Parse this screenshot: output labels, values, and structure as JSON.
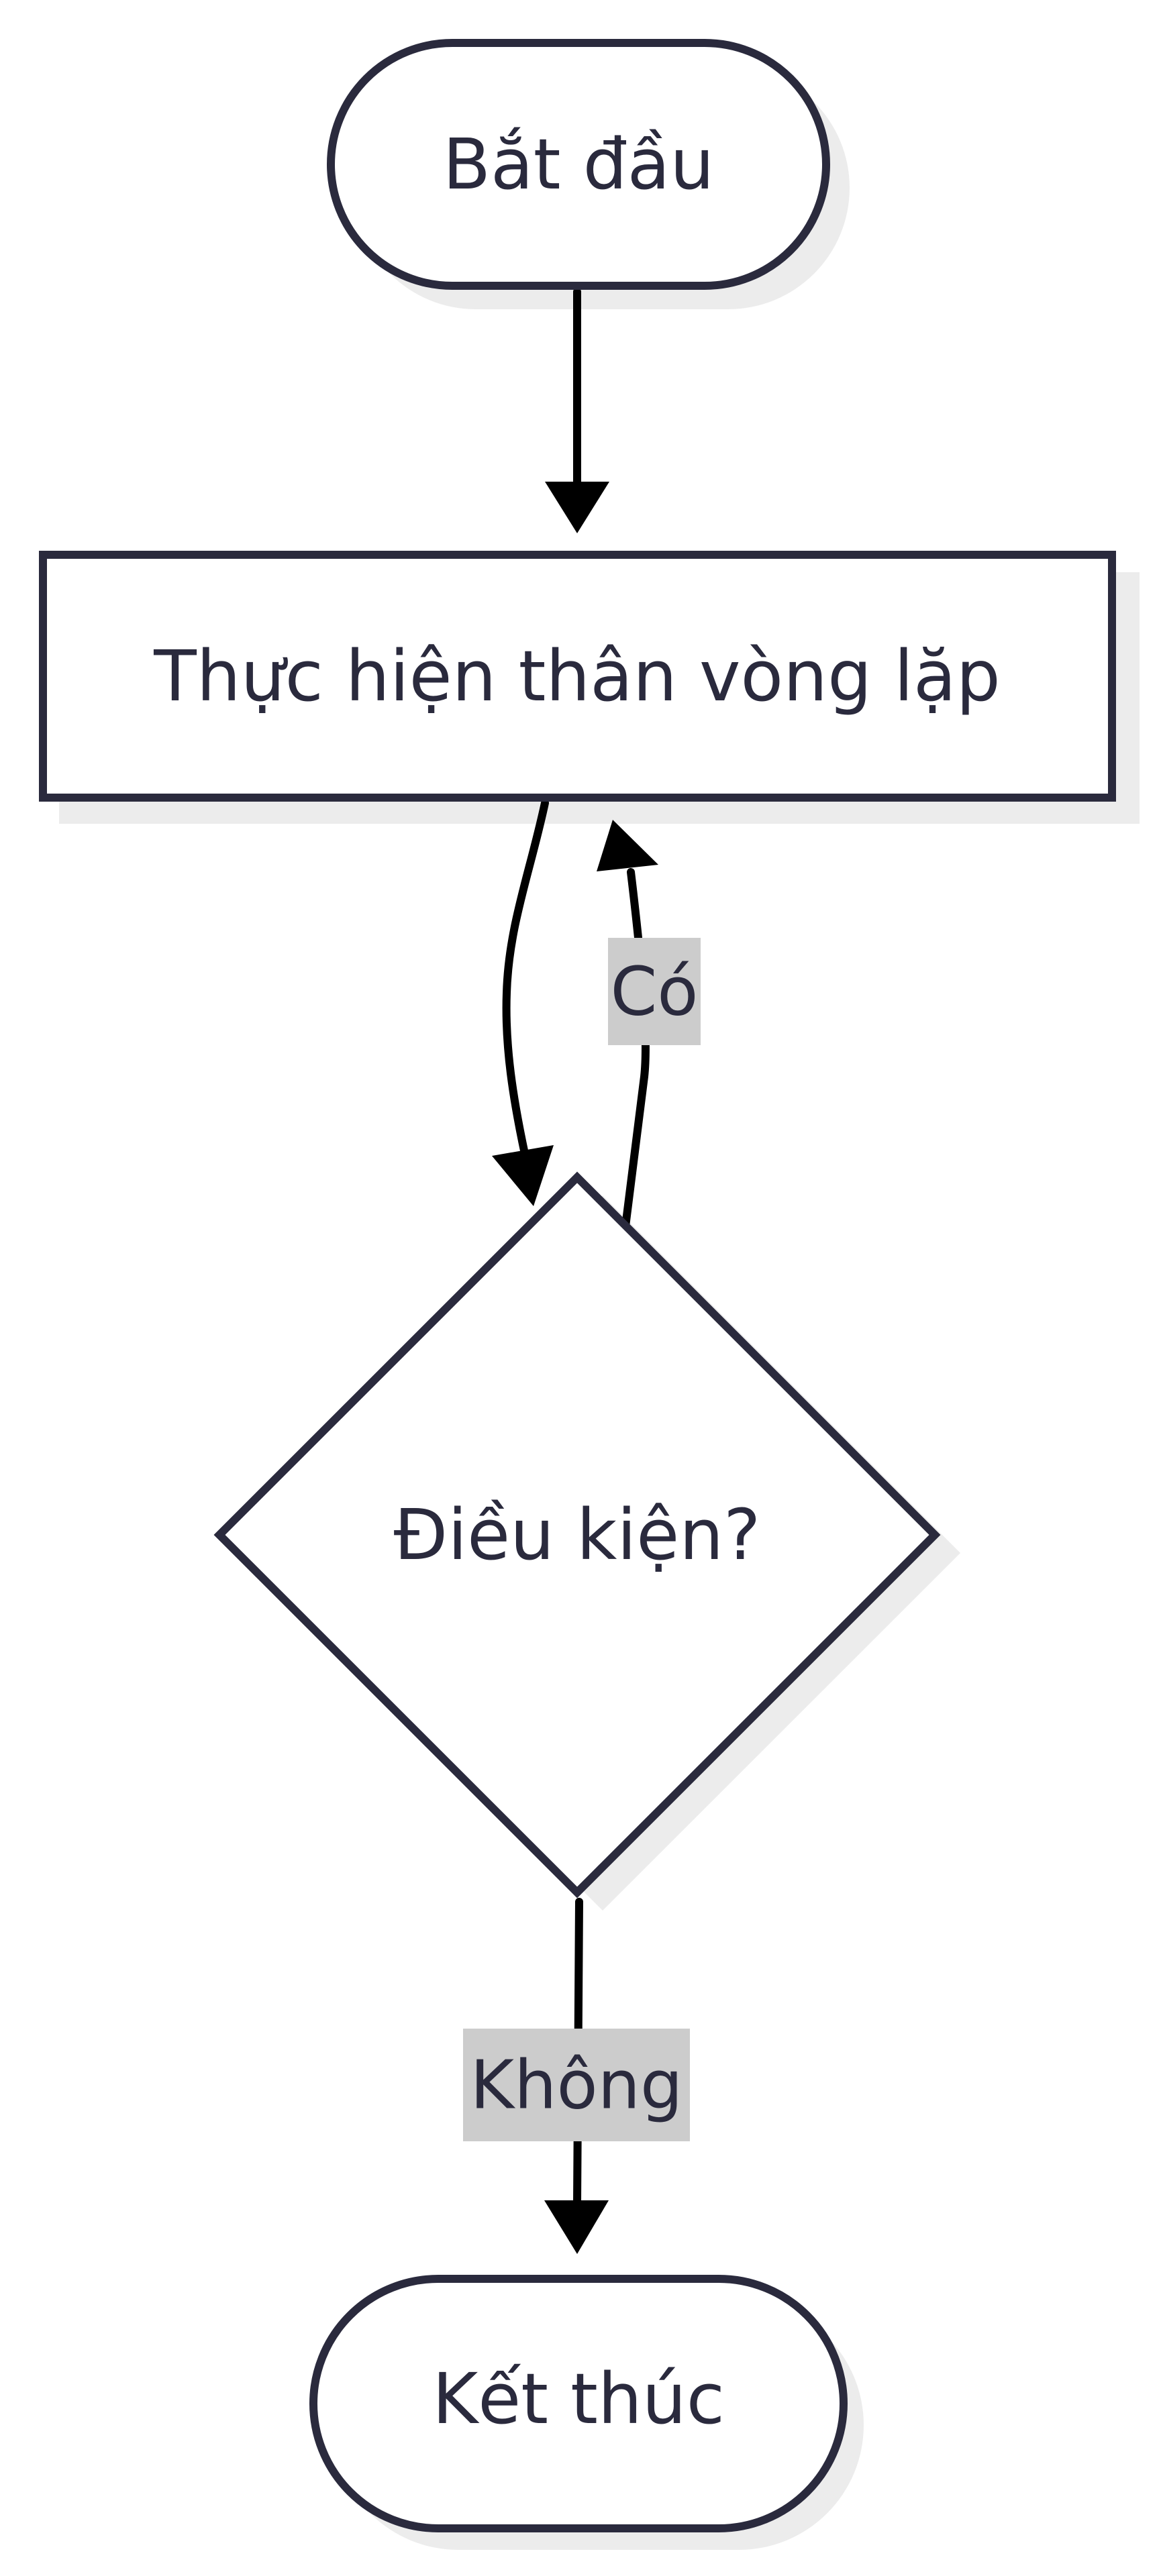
{
  "diagram": {
    "nodes": {
      "start": {
        "label": "Bắt đầu",
        "shape": "terminal"
      },
      "loop_body": {
        "label": "Thực hiện thân vòng lặp",
        "shape": "process"
      },
      "condition": {
        "label": "Điều kiện?",
        "shape": "decision"
      },
      "end": {
        "label": "Kết thúc",
        "shape": "terminal"
      }
    },
    "edges": [
      {
        "from": "start",
        "to": "loop_body",
        "label": ""
      },
      {
        "from": "loop_body",
        "to": "condition",
        "label": ""
      },
      {
        "from": "condition",
        "to": "loop_body",
        "label": "Có"
      },
      {
        "from": "condition",
        "to": "end",
        "label": "Không"
      }
    ],
    "colors": {
      "stroke": "#2a2a3d",
      "arrow": "#000000",
      "shadow": "#ececec",
      "label_background": "#cccccc",
      "node_fill": "#ffffff"
    }
  }
}
